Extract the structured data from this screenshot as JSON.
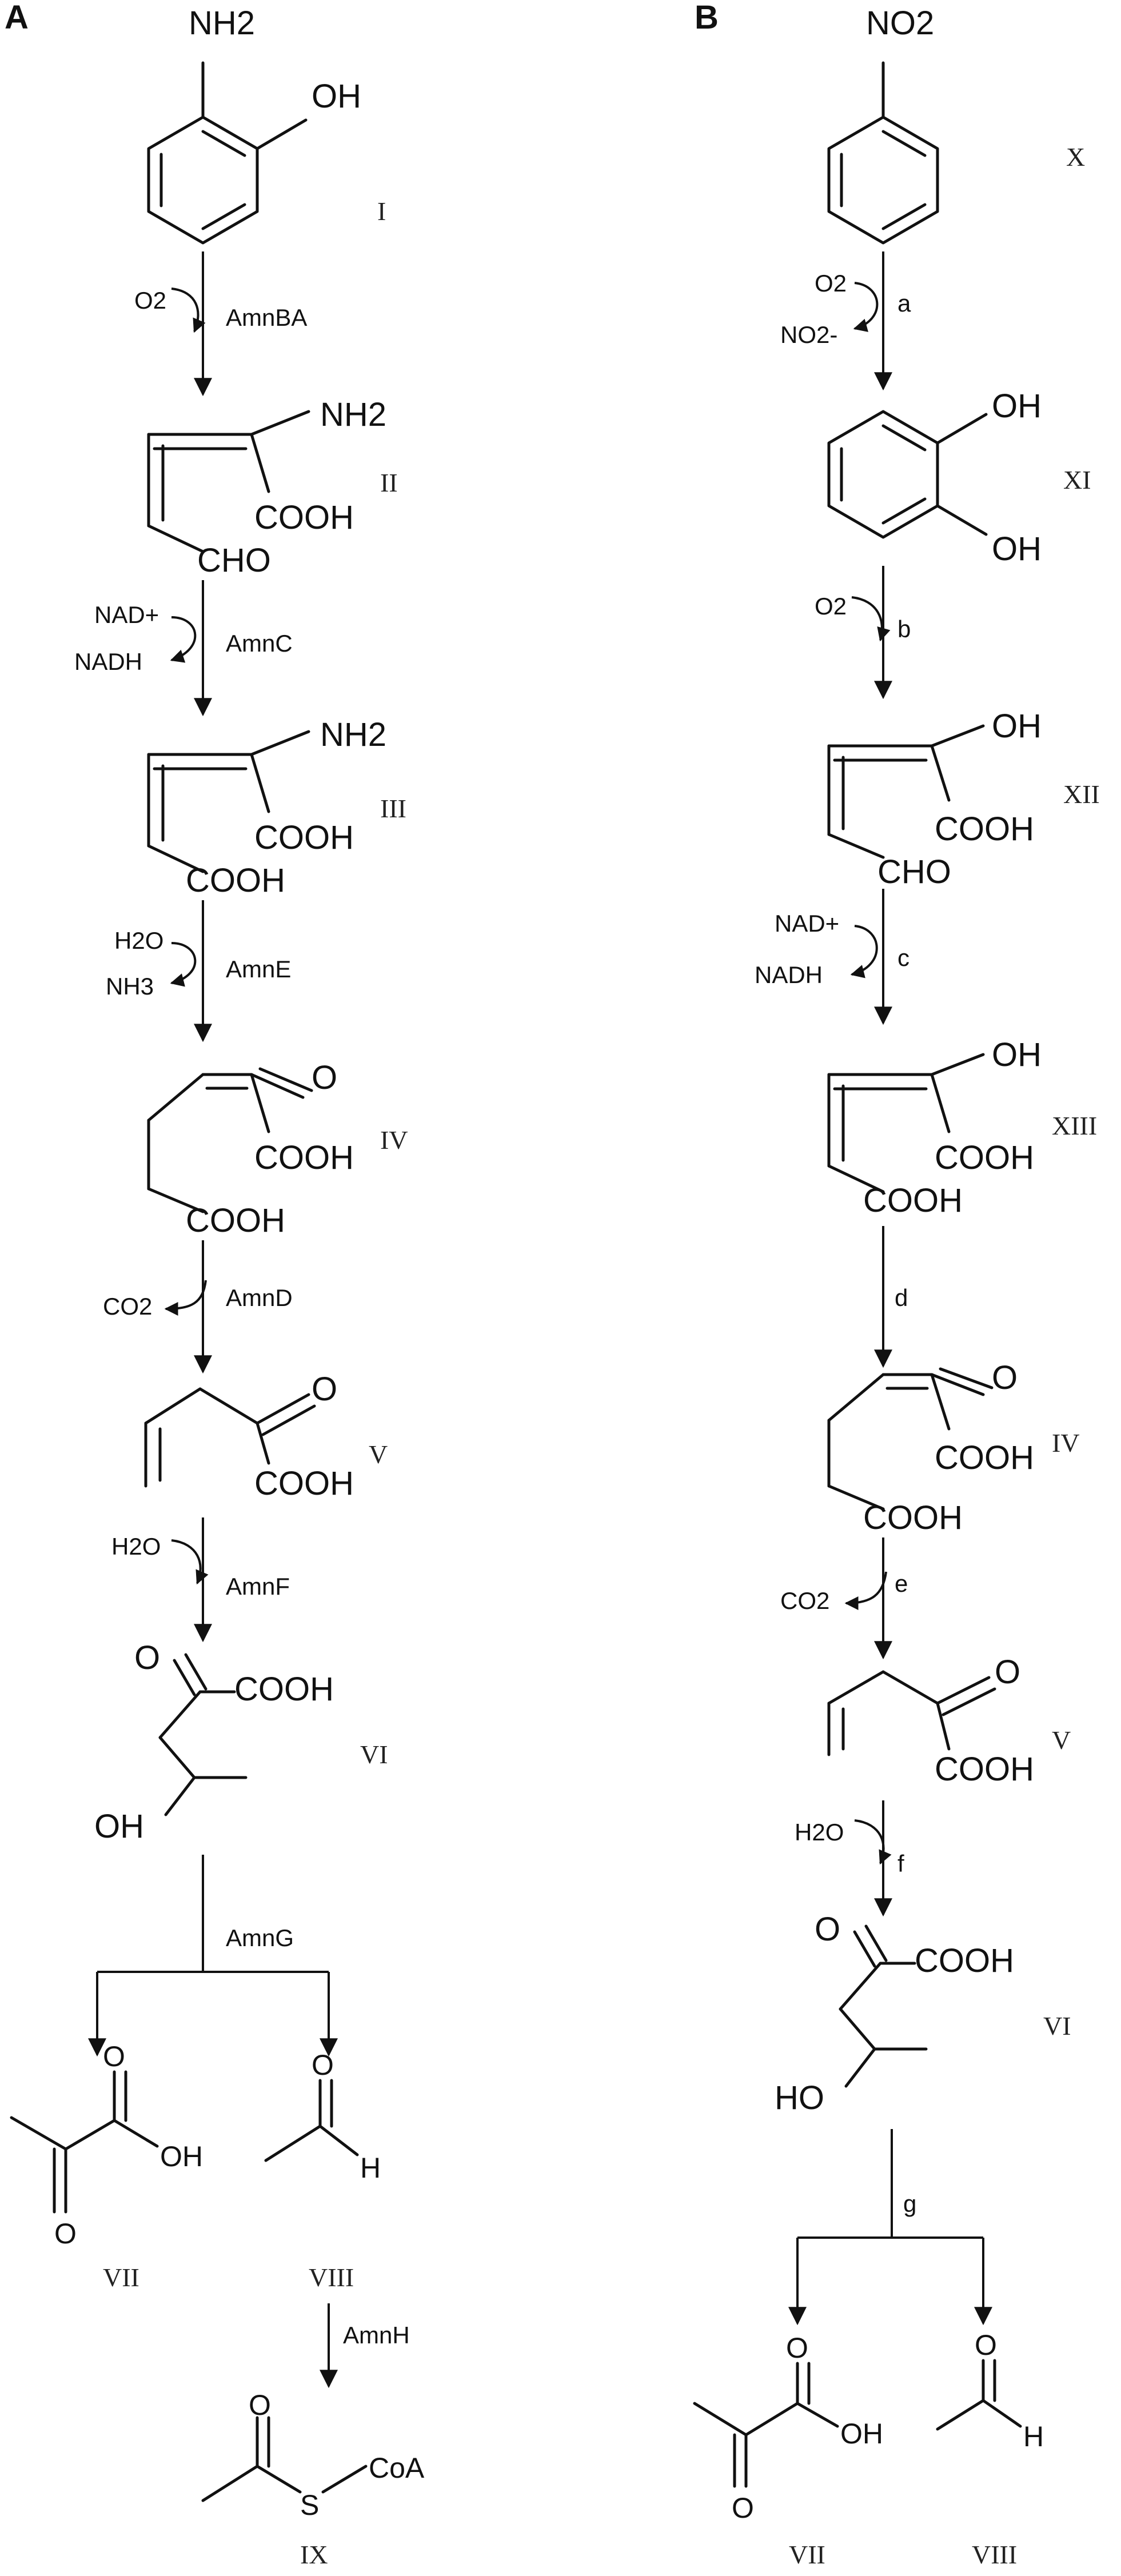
{
  "panels": {
    "A": {
      "label": "A",
      "compounds": {
        "I": {
          "roman": "I",
          "groups": [
            "NH2",
            "OH"
          ]
        },
        "II": {
          "roman": "II",
          "groups": [
            "NH2",
            "COOH",
            "CHO"
          ]
        },
        "III": {
          "roman": "III",
          "groups": [
            "NH2",
            "COOH",
            "COOH"
          ]
        },
        "IV": {
          "roman": "IV",
          "groups": [
            "O",
            "COOH",
            "COOH"
          ]
        },
        "V": {
          "roman": "V",
          "groups": [
            "O",
            "COOH"
          ]
        },
        "VI": {
          "roman": "VI",
          "groups": [
            "O",
            "COOH",
            "OH"
          ]
        },
        "VII": {
          "roman": "VII",
          "groups": [
            "O",
            "OH",
            "O"
          ]
        },
        "VIII": {
          "roman": "VIII",
          "groups": [
            "O",
            "H"
          ]
        },
        "IX": {
          "roman": "IX",
          "groups": [
            "O",
            "S",
            "CoA"
          ]
        }
      },
      "steps": [
        {
          "enzyme": "AmnBA",
          "in": "O2",
          "out": ""
        },
        {
          "enzyme": "AmnC",
          "in": "NAD+",
          "out": "NADH"
        },
        {
          "enzyme": "AmnE",
          "in": "H2O",
          "out": "NH3"
        },
        {
          "enzyme": "AmnD",
          "in": "",
          "out": "CO2"
        },
        {
          "enzyme": "AmnF",
          "in": "H2O",
          "out": ""
        },
        {
          "enzyme": "AmnG",
          "in": "",
          "out": ""
        },
        {
          "enzyme": "AmnH",
          "in": "",
          "out": ""
        }
      ]
    },
    "B": {
      "label": "B",
      "compounds": {
        "X": {
          "roman": "X",
          "groups": [
            "NO2"
          ]
        },
        "XI": {
          "roman": "XI",
          "groups": [
            "OH",
            "OH"
          ]
        },
        "XII": {
          "roman": "XII",
          "groups": [
            "OH",
            "COOH",
            "CHO"
          ]
        },
        "XIII": {
          "roman": "XIII",
          "groups": [
            "OH",
            "COOH",
            "COOH"
          ]
        },
        "IV": {
          "roman": "IV",
          "groups": [
            "O",
            "COOH",
            "COOH"
          ]
        },
        "V": {
          "roman": "V",
          "groups": [
            "O",
            "COOH"
          ]
        },
        "VI": {
          "roman": "VI",
          "groups": [
            "O",
            "COOH",
            "HO"
          ]
        },
        "VII": {
          "roman": "VII",
          "groups": [
            "O",
            "OH",
            "O"
          ]
        },
        "VIII": {
          "roman": "VIII",
          "groups": [
            "O",
            "H"
          ]
        }
      },
      "steps": [
        {
          "enzyme": "a",
          "in": "O2",
          "out": "NO2-"
        },
        {
          "enzyme": "b",
          "in": "O2",
          "out": ""
        },
        {
          "enzyme": "c",
          "in": "NAD+",
          "out": "NADH"
        },
        {
          "enzyme": "d",
          "in": "",
          "out": ""
        },
        {
          "enzyme": "e",
          "in": "",
          "out": "CO2"
        },
        {
          "enzyme": "f",
          "in": "H2O",
          "out": ""
        },
        {
          "enzyme": "g",
          "in": "",
          "out": ""
        }
      ]
    }
  }
}
